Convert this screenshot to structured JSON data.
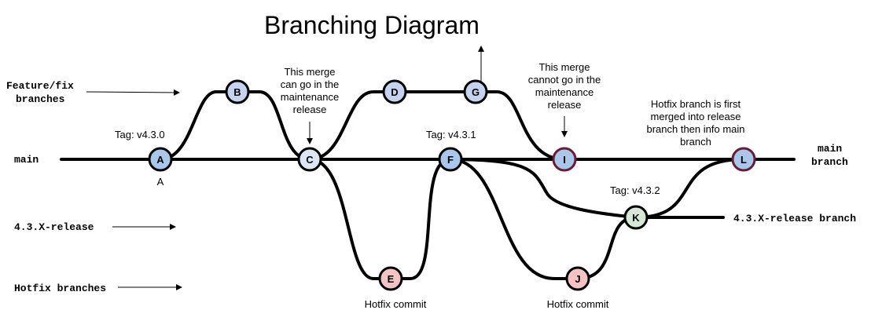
{
  "title": "Branching Diagram",
  "lanes": {
    "feature": [
      "Feature/fix",
      "branches"
    ],
    "main": "main",
    "release": "4.3.X-release",
    "hotfix": "Hotfix branches"
  },
  "right_labels": {
    "main": [
      "main",
      "branch"
    ],
    "release": "4.3.X-release branch"
  },
  "nodes": {
    "A": {
      "label": "A",
      "color": "#a9c7ea",
      "border": "#000000"
    },
    "B": {
      "label": "B",
      "color": "#c6d3ef",
      "border": "#000000"
    },
    "C": {
      "label": "C",
      "color": "#dce6f5",
      "border": "#000000"
    },
    "D": {
      "label": "D",
      "color": "#c6d3ef",
      "border": "#000000"
    },
    "G": {
      "label": "G",
      "color": "#c6d3ef",
      "border": "#000000"
    },
    "F": {
      "label": "F",
      "color": "#a9c7ea",
      "border": "#000000"
    },
    "I": {
      "label": "I",
      "color": "#a9c7ea",
      "border": "#6a1c34"
    },
    "E": {
      "label": "E",
      "color": "#f4c4c4",
      "border": "#000000"
    },
    "J": {
      "label": "J",
      "color": "#f4c4c4",
      "border": "#000000"
    },
    "K": {
      "label": "K",
      "color": "#d5e8d4",
      "border": "#000000"
    },
    "L": {
      "label": "L",
      "color": "#a9c7ea",
      "border": "#6a1c34"
    }
  },
  "node_sublabels": {
    "A": "A"
  },
  "tags": {
    "v430": "Tag: v4.3.0",
    "v431": "Tag: v4.3.1",
    "v432": "Tag: v4.3.2"
  },
  "notes": {
    "merge_ok": [
      "This merge",
      "can go in the",
      "maintenance",
      "release"
    ],
    "merge_not": [
      "This merge",
      "cannot go in the",
      "maintenance",
      "release"
    ],
    "hotfix_first": [
      "Hotfix branch is first",
      "merged into release",
      "branch then info main",
      "branch"
    ]
  },
  "hotfix_commit_labels": {
    "E": "Hotfix commit",
    "J": "Hotfix commit"
  }
}
